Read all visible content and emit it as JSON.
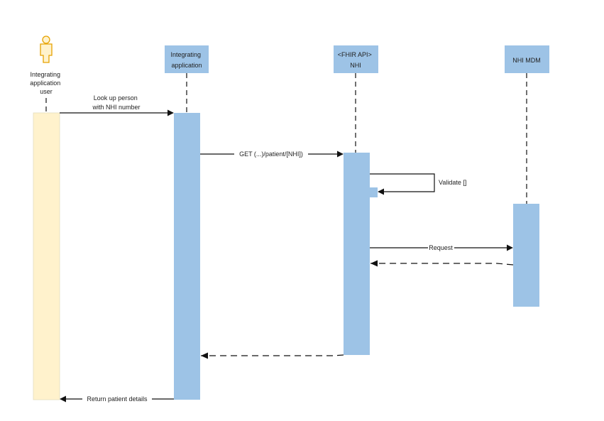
{
  "participants": {
    "user": {
      "label_lines": [
        "Integrating",
        "application",
        "user"
      ]
    },
    "app": {
      "label_lines": [
        "Integrating",
        "application"
      ]
    },
    "api": {
      "label_lines": [
        "<FHIR API>",
        "NHI"
      ]
    },
    "mdm": {
      "label_lines": [
        "NHI MDM"
      ]
    }
  },
  "messages": {
    "lookup": {
      "label_lines": [
        "Look up person",
        "with NHI number"
      ]
    },
    "get": {
      "label": "GET (...)/patient/[NHI])"
    },
    "validate": {
      "label": "Validate []"
    },
    "request": {
      "label": "Request"
    },
    "return": {
      "label": "Return patient details"
    }
  },
  "colors": {
    "participant_box": "#9dc3e6",
    "activation": "#9dc3e6",
    "user_activation": "#fff2cc",
    "actor_icon": "#e6a200"
  }
}
